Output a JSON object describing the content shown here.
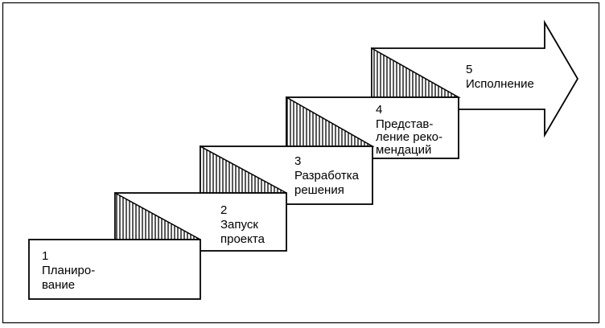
{
  "diagram": {
    "steps": [
      {
        "number": "1",
        "label_line1": "Планиро-",
        "label_line2": "вание",
        "label_line3": ""
      },
      {
        "number": "2",
        "label_line1": "Запуск",
        "label_line2": "проекта",
        "label_line3": ""
      },
      {
        "number": "3",
        "label_line1": "Разработка",
        "label_line2": "решения",
        "label_line3": ""
      },
      {
        "number": "4",
        "label_line1": "Представ-",
        "label_line2": "ление реко-",
        "label_line3": "мендаций"
      },
      {
        "number": "5",
        "label_line1": "Исполнение",
        "label_line2": "",
        "label_line3": ""
      }
    ],
    "colors": {
      "stroke": "#000000",
      "background": "#ffffff"
    }
  }
}
